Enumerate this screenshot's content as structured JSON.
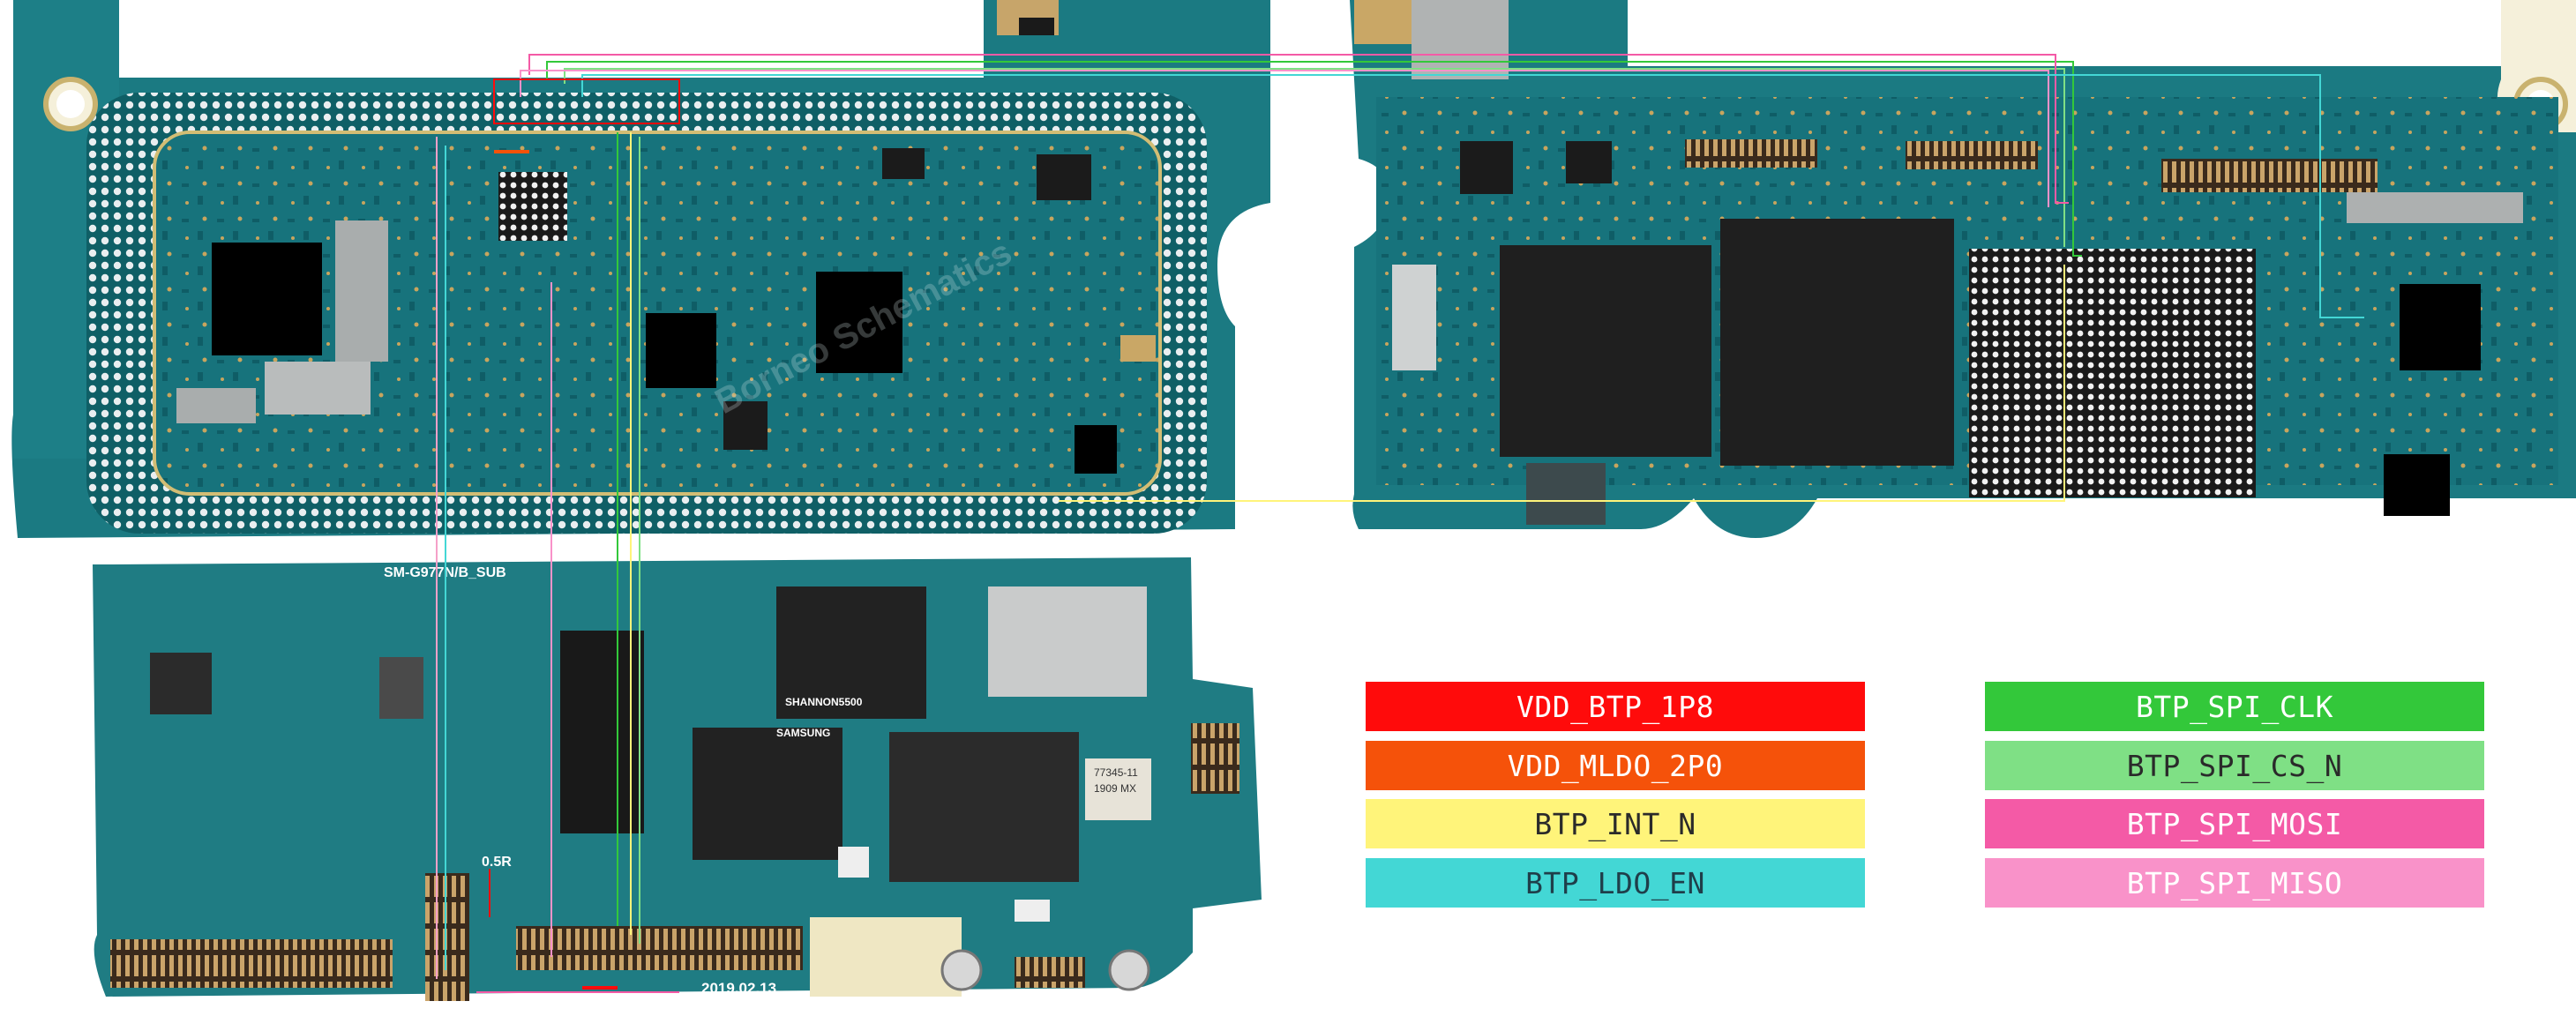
{
  "diagram": {
    "board_labels": {
      "sub_board_model": "SM-G977N/B_SUB",
      "sub_board_date": "2019.02.13",
      "sub_board_marker": "0.5R"
    },
    "watermark": "Borneo Schematics",
    "chip_markings": {
      "samsung": "SAMSUNG",
      "shannon": "SHANNON5500",
      "qorvo_code": "77345-11",
      "qorvo_lot": "1909 MX"
    },
    "legend": [
      {
        "id": "vdd-btp-1p8",
        "label": "VDD_BTP_1P8",
        "color": "#ff0b0b",
        "text_color": "#ffffff"
      },
      {
        "id": "vdd-mldo-2p0",
        "label": "VDD_MLDO_2P0",
        "color": "#f5520a",
        "text_color": "#ffffff"
      },
      {
        "id": "btp-int-n",
        "label": "BTP_INT_N",
        "color": "#fff47a",
        "text_color": "#2a2a2a"
      },
      {
        "id": "btp-ldo-en",
        "label": "BTP_LDO_EN",
        "color": "#43d7d5",
        "text_color": "#1f3e4a"
      },
      {
        "id": "btp-spi-clk",
        "label": "BTP_SPI_CLK",
        "color": "#33c83a",
        "text_color": "#ffffff"
      },
      {
        "id": "btp-spi-cs-n",
        "label": "BTP_SPI_CS_N",
        "color": "#7fe085",
        "text_color": "#2a2a2a"
      },
      {
        "id": "btp-spi-mosi",
        "label": "BTP_SPI_MOSI",
        "color": "#f45aa6",
        "text_color": "#ffffff"
      },
      {
        "id": "btp-spi-miso",
        "label": "BTP_SPI_MISO",
        "color": "#f992c9",
        "text_color": "#ffffff"
      }
    ]
  }
}
